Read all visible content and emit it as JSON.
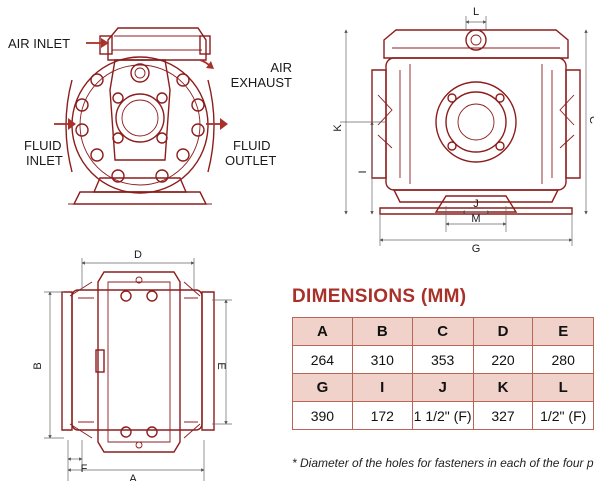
{
  "labels": {
    "air_inlet": "AIR INLET",
    "air_exhaust_1": "AIR",
    "air_exhaust_2": "EXHAUST",
    "fluid_inlet_1": "FLUID",
    "fluid_inlet_2": "INLET",
    "fluid_outlet_1": "FLUID",
    "fluid_outlet_2": "OUTLET"
  },
  "dim_letters": {
    "L": "L",
    "K": "K",
    "C": "C",
    "I": "I",
    "J": "J",
    "M": "M",
    "G": "G",
    "D": "D",
    "B": "B",
    "E": "E",
    "F": "F",
    "A": "A"
  },
  "dimensions": {
    "title": "DIMENSIONS (MM)",
    "rows": [
      {
        "type": "header",
        "cells": [
          "A",
          "B",
          "C",
          "D",
          "E"
        ]
      },
      {
        "type": "values",
        "cells": [
          "264",
          "310",
          "353",
          "220",
          "280"
        ]
      },
      {
        "type": "header",
        "cells": [
          "G",
          "I",
          "J",
          "K",
          "L"
        ]
      },
      {
        "type": "values",
        "cells": [
          "390",
          "172",
          "1 1/2\" (F)",
          "327",
          "1/2\" (F)"
        ]
      }
    ],
    "footnote": "* Diameter of the holes for fasteners in each of the four pump feet"
  },
  "colors": {
    "accent": "#a8322a",
    "header_fill": "#f1d2ca",
    "drawing": "#8c1d1d"
  }
}
